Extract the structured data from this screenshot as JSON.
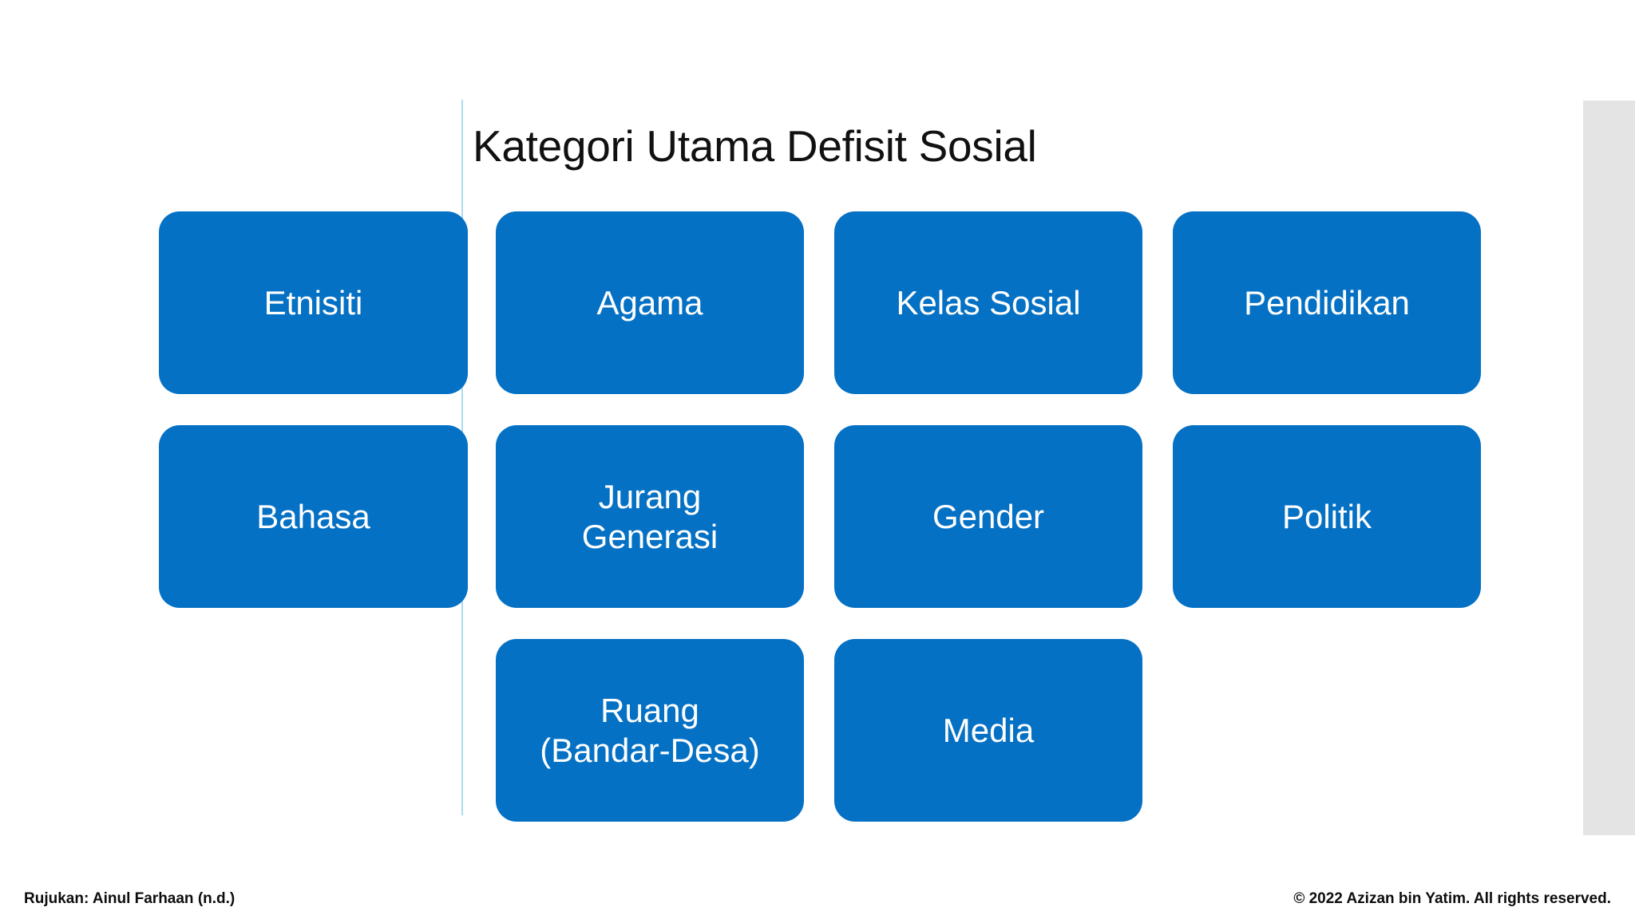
{
  "slide": {
    "title": "Kategori Utama Defisit Sosial",
    "background_color": "#FFFFFF",
    "accent_color": "#0571C4",
    "divider_color": "#ADDBF0",
    "panel_color": "#E4E4E4"
  },
  "boxes": [
    {
      "id": "etnisiti",
      "label": "Etnisiti",
      "row": 1,
      "col": 1
    },
    {
      "id": "agama",
      "label": "Agama",
      "row": 1,
      "col": 2
    },
    {
      "id": "kelas-sosial",
      "label": "Kelas Sosial",
      "row": 1,
      "col": 3
    },
    {
      "id": "pendidikan",
      "label": "Pendidikan",
      "row": 1,
      "col": 4
    },
    {
      "id": "bahasa",
      "label": "Bahasa",
      "row": 2,
      "col": 1
    },
    {
      "id": "jurang-generasi",
      "label": "Jurang\nGenerasi",
      "row": 2,
      "col": 2
    },
    {
      "id": "gender",
      "label": "Gender",
      "row": 2,
      "col": 3
    },
    {
      "id": "politik",
      "label": "Politik",
      "row": 2,
      "col": 4
    },
    {
      "id": "ruang-bandar-desa",
      "label": "Ruang\n(Bandar-Desa)",
      "row": 3,
      "col": 2
    },
    {
      "id": "media",
      "label": "Media",
      "row": 3,
      "col": 3
    }
  ],
  "footer": {
    "reference": "Rujukan: Ainul Farhaan (n.d.)",
    "copyright": "© 2022 Azizan bin Yatim.  All rights reserved."
  }
}
